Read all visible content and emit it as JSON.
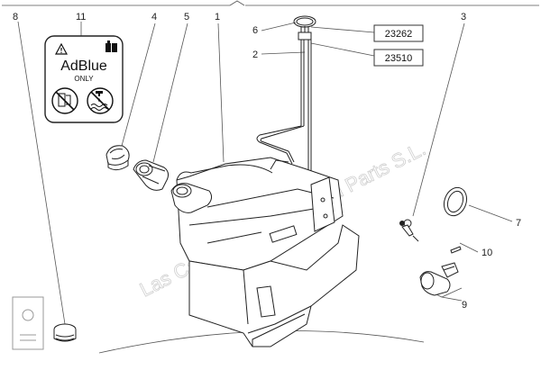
{
  "callouts": {
    "n1": "1",
    "n2": "2",
    "n3": "3",
    "n4": "4",
    "n5": "5",
    "n6": "6",
    "n7": "7",
    "n8": "8",
    "n9": "9",
    "n10": "10",
    "n11": "11"
  },
  "ref_boxes": {
    "top": "23262",
    "bottom": "23510"
  },
  "label": {
    "brand": "AdBlue",
    "subtitle": "ONLY"
  },
  "watermark": "Las Cadenas Cranes and Parts S.L.",
  "icons": [
    "warning-triangle-icon",
    "no-drinking-icon",
    "do-not-pour-in-water-icon",
    "book-icon",
    "corner-logo-icon"
  ]
}
